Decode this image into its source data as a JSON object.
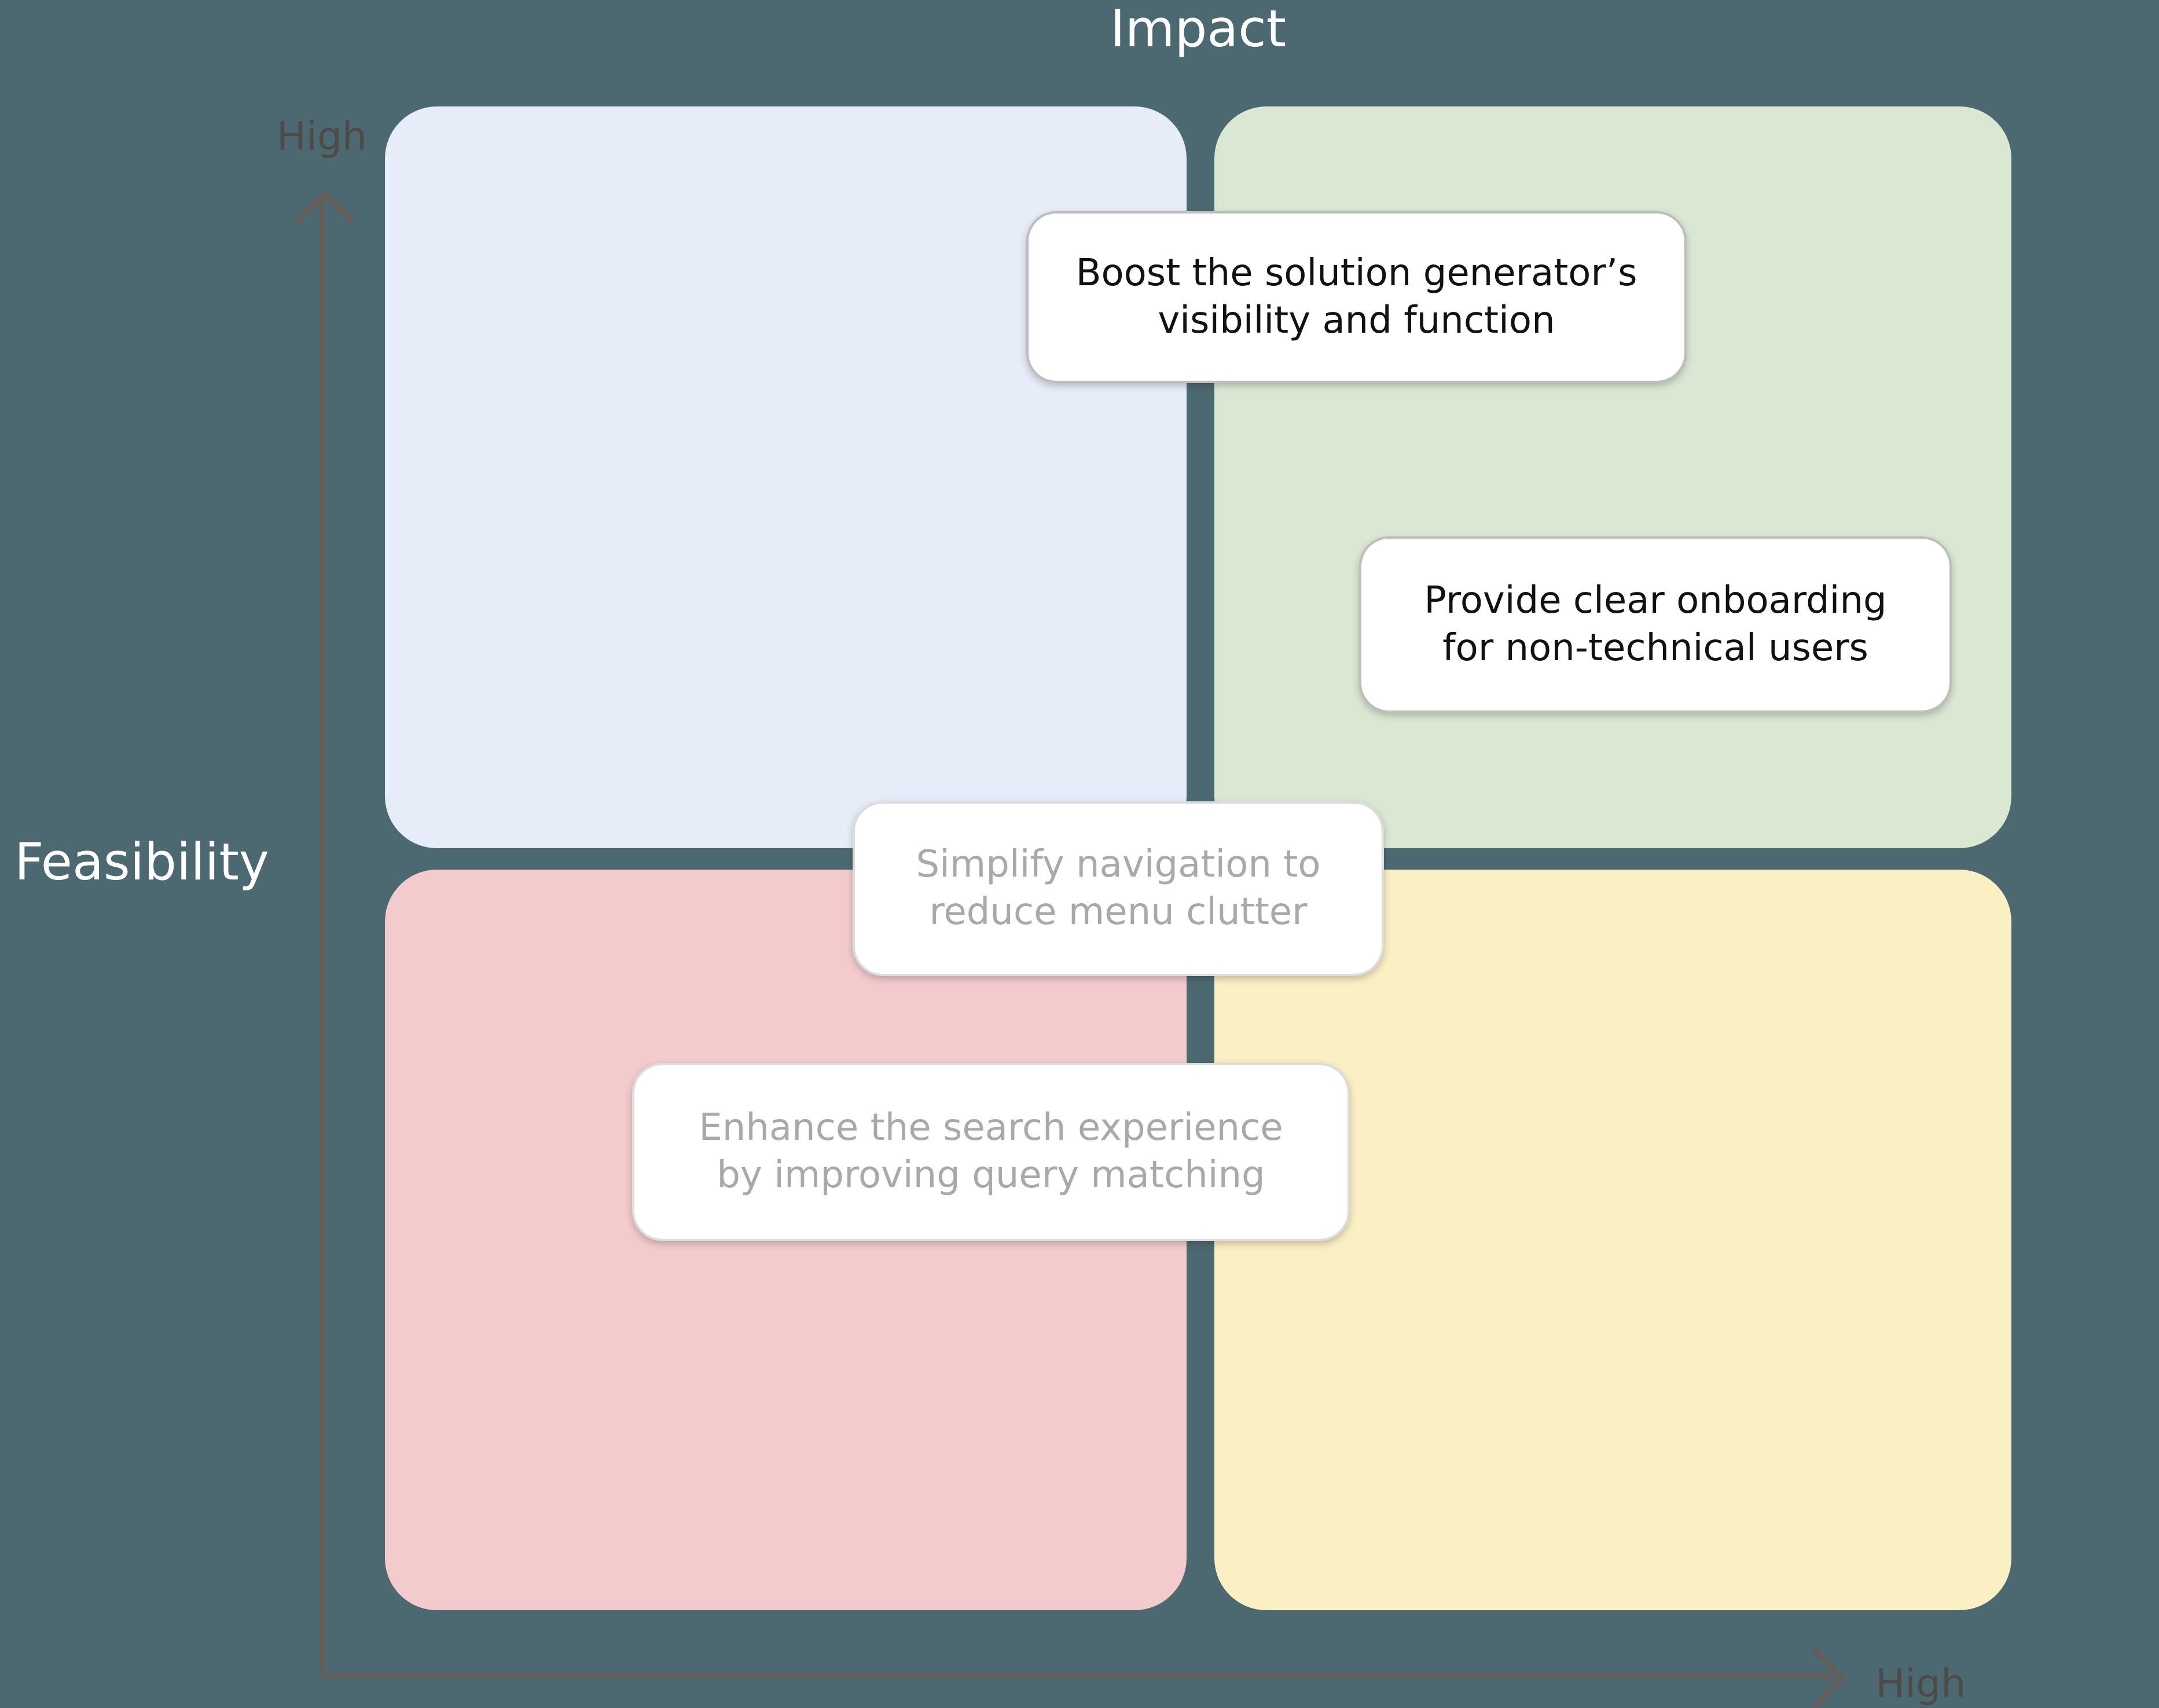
{
  "matrix": {
    "title": "Impact",
    "y_axis": {
      "label": "Feasibility",
      "high_label": "High"
    },
    "x_axis": {
      "high_label": "High"
    },
    "quadrants": [
      {
        "id": "top-left",
        "color": "#E7ECF9"
      },
      {
        "id": "top-right",
        "color": "#DAE8D3"
      },
      {
        "id": "bottom-left",
        "color": "#F3CBCD"
      },
      {
        "id": "bottom-right",
        "color": "#FBEFC4"
      }
    ],
    "cards": [
      {
        "lines": [
          "Boost the solution generator’s",
          "visibility and function"
        ],
        "text_color": "#111111",
        "state": "filled",
        "location": "top center, spanning top-left and top-right quadrants"
      },
      {
        "lines": [
          "Provide clear onboarding",
          "for non-technical users"
        ],
        "text_color": "#111111",
        "state": "filled",
        "location": "top-right quadrant"
      },
      {
        "lines": [
          "Simplify navigation to",
          "reduce menu clutter"
        ],
        "text_color": "#A9A9A9",
        "state": "ghost",
        "location": "center, spanning all four quadrants"
      },
      {
        "lines": [
          "Enhance the search experience",
          "by improving query matching"
        ],
        "text_color": "#A9A9A9",
        "state": "ghost",
        "location": "bottom-left quadrant"
      }
    ],
    "colors": {
      "background": "#4C6971",
      "axis": "#645E5A",
      "high_label": "#4E4A47",
      "title_text": "#FFFFFF",
      "card_background": "#FFFFFF"
    }
  }
}
